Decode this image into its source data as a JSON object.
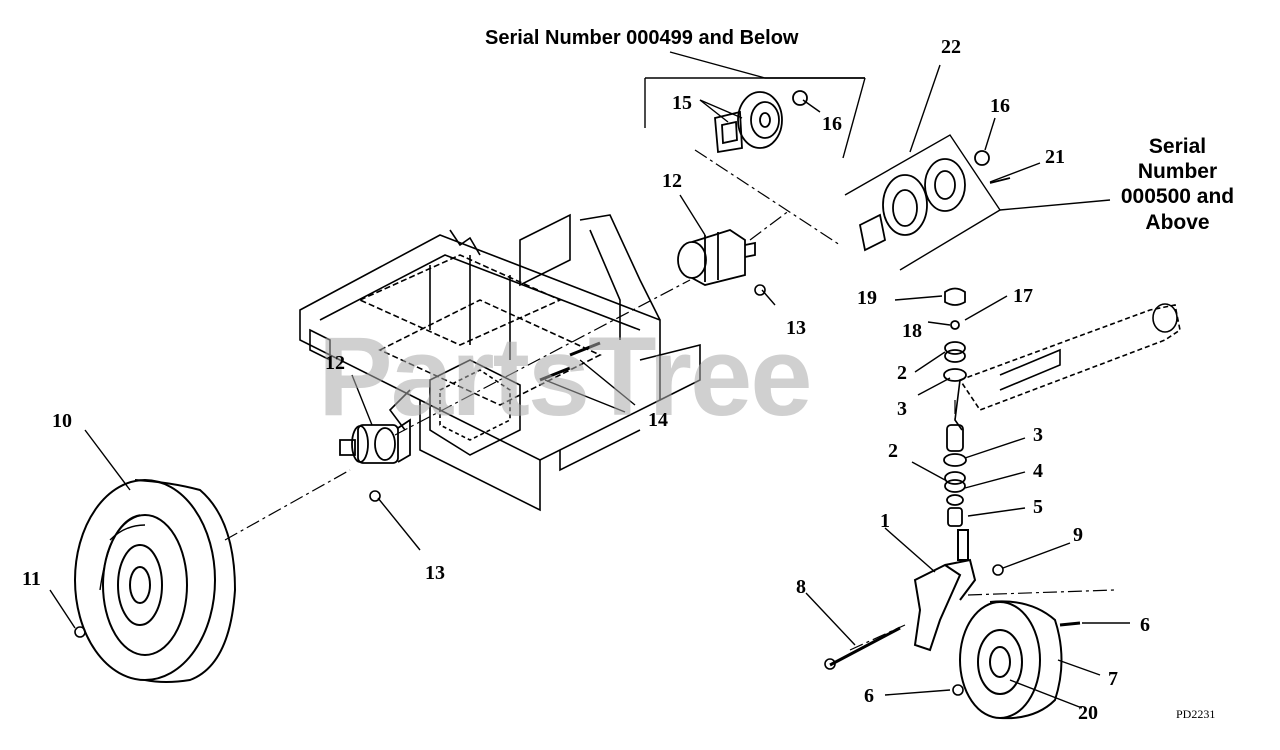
{
  "captions": {
    "serial_below": "Serial Number 000499 and Below",
    "serial_above": [
      "Serial",
      "Number",
      "000500 and",
      "Above"
    ]
  },
  "watermark": "PartsTree",
  "diagram_code": "PD2231",
  "callouts": {
    "c1": "1",
    "c2a": "2",
    "c2b": "2",
    "c3a": "3",
    "c3b": "3",
    "c4": "4",
    "c5": "5",
    "c6a": "6",
    "c6b": "6",
    "c7": "7",
    "c8": "8",
    "c9": "9",
    "c10": "10",
    "c11": "11",
    "c12a": "12",
    "c12b": "12",
    "c13a": "13",
    "c13b": "13",
    "c14": "14",
    "c15": "15",
    "c16a": "16",
    "c16b": "16",
    "c17": "17",
    "c18": "18",
    "c19": "19",
    "c20": "20",
    "c21": "21",
    "c22": "22"
  }
}
